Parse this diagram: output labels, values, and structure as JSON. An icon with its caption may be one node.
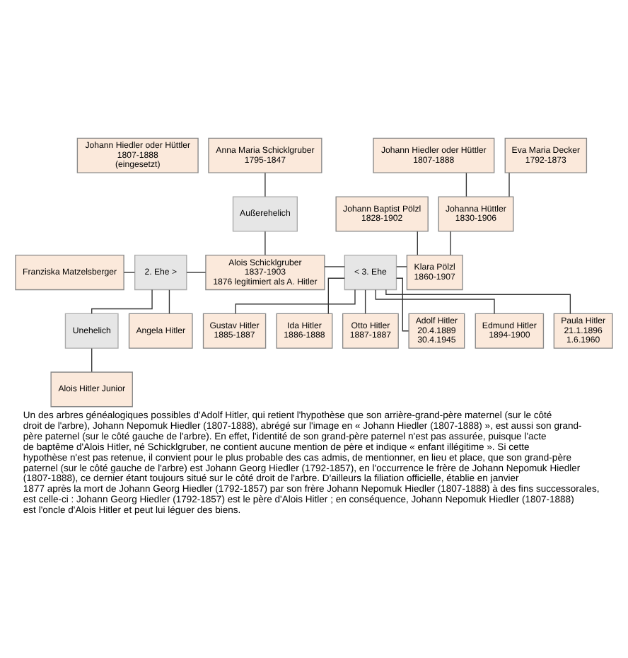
{
  "diagram": {
    "caption": "Un des arbres généalogiques possibles d'Adolf Hitler, qui retient l'hypothèse que son arrière-grand-père maternel (sur le côté droit de l'arbre), Johann Nepomuk Hiedler (1807-1888), abrégé sur l'image en « Johann Hiedler (1807-1888) », est aussi son grand-père paternel (sur le côté gauche de l'arbre). En effet, l'identité de son grand-père paternel n'est pas assurée, puisque l'acte de baptême d'Alois Hitler, né Schicklgruber, ne contient aucune mention de père et indique « enfant illégitime ». Si cette hypothèse n'est pas retenue, il convient pour le plus probable des cas admis, de mentionner, en lieu et place, que son grand-père paternel (sur le côté gauche de l'arbre) est Johann Georg Hiedler (1792-1857), en l'occurrence le frère de Johann Nepomuk Hiedler (1807-1888), ce dernier étant toujours situé sur le côté droit de l'arbre. D'ailleurs la filiation officielle, établie en janvier 1877 après la mort de Johann Georg Hiedler (1792-1857) par son frère Johann Nepomuk Hiedler (1807-1888) à des fins successorales, est celle-ci : Johann Georg Hiedler (1792-1857) est le père d'Alois Hitler ; en conséquence, Johann Nepomuk Hiedler (1807-1888) est l'oncle d'Alois Hitler et peut lui léguer des biens.",
    "nodes": [
      {
        "text": [
          "Johann Hiedler oder Hüttler",
          "1807-1888",
          "(eingesetzt)"
        ]
      },
      {
        "text": [
          "Anna Maria Schicklgruber",
          "1795-1847"
        ]
      },
      {
        "text": [
          "Johann Hiedler oder Hüttler",
          "1807-1888"
        ]
      },
      {
        "text": [
          "Eva Maria Decker",
          "1792-1873"
        ]
      },
      {
        "text": [
          "Außerehelich"
        ]
      },
      {
        "text": [
          "Johann Baptist Pölzl",
          "1828-1902"
        ]
      },
      {
        "text": [
          "Johanna Hüttler",
          "1830-1906"
        ]
      },
      {
        "text": [
          "Franziska Matzelsberger"
        ]
      },
      {
        "text": [
          "2. Ehe >"
        ]
      },
      {
        "text": [
          "Alois Schicklgruber",
          "1837-1903",
          "1876 legitimiert als A. Hitler"
        ]
      },
      {
        "text": [
          "< 3. Ehe"
        ]
      },
      {
        "text": [
          "Klara Pölzl",
          "1860-1907"
        ]
      },
      {
        "text": [
          "Unehelich"
        ]
      },
      {
        "text": [
          "Alois Hitler Junior"
        ]
      },
      {
        "text": [
          "Angela Hitler"
        ]
      },
      {
        "text": [
          "Gustav Hitler",
          "1885-1887"
        ]
      },
      {
        "text": [
          "Ida Hitler",
          "1886-1888"
        ]
      },
      {
        "text": [
          "Otto Hitler",
          "1887-1887"
        ]
      },
      {
        "text": [
          "Adolf Hitler",
          "20.4.1889",
          "30.4.1945"
        ]
      },
      {
        "text": [
          "Edmund Hitler",
          "1894-1900"
        ]
      },
      {
        "text": [
          "Paula Hitler",
          "21.1.1896",
          "1.6.1960"
        ]
      }
    ],
    "edges": [
      {
        "from": 1,
        "to": 4,
        "arrow": "none"
      },
      {
        "from": 4,
        "to": 9,
        "arrow": "none"
      },
      {
        "from": 2,
        "to": 6,
        "arrow": "none"
      },
      {
        "from": 3,
        "to": 6,
        "arrow": "none"
      },
      {
        "from": 5,
        "to": 11,
        "arrow": "none"
      },
      {
        "from": 6,
        "to": 11,
        "arrow": "none"
      },
      {
        "from": 7,
        "to": 8,
        "arrow": "none"
      },
      {
        "from": 8,
        "to": 9,
        "arrow": "none"
      },
      {
        "from": 9,
        "to": 10,
        "arrow": "none"
      },
      {
        "from": 10,
        "to": 11,
        "arrow": "none"
      },
      {
        "from": 8,
        "to": 12,
        "arrow": "none"
      },
      {
        "from": 12,
        "to": 13,
        "arrow": "none"
      },
      {
        "from": 8,
        "to": 14,
        "arrow": "none"
      },
      {
        "from": 10,
        "to": 15,
        "arrow": "none"
      },
      {
        "from": 10,
        "to": 16,
        "arrow": "none"
      },
      {
        "from": 10,
        "to": 17,
        "arrow": "none"
      },
      {
        "from": 10,
        "to": 18,
        "arrow": "none"
      },
      {
        "from": 10,
        "to": 19,
        "arrow": "none"
      },
      {
        "from": 10,
        "to": 20,
        "arrow": "none"
      }
    ]
  }
}
